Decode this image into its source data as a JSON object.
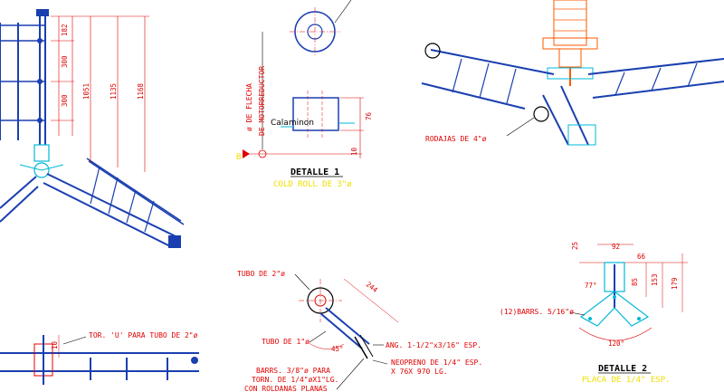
{
  "labels": {
    "flecha": "ø DE FLECHA",
    "motorreductor": "DE MOTORREDUCTOR",
    "calaminon": "Calaminon",
    "detalle1_title": "DETALLE 1",
    "detalle1_sub": "COLD ROLL DE 3\"ø",
    "rodajas": "RODAJAS DE 4\"ø",
    "tor_u": "TOR. 'U' PARA TUBO DE 2\"ø",
    "tubo2": "TUBO DE 2\"ø",
    "tubo1": "TUBO DE 1\"ø",
    "barrs_line1": "BARRS. 3/8\"ø PARA",
    "barrs_line2": "TORN. DE 1/4\"øX1\"LG.",
    "barrs_line3": "CON ROLDANAS PLANAS",
    "ang": "ANG. 1-1/2\"x3/16\" ESP.",
    "neopreno_line1": "NEOPRENO DE 1/4\" ESP.",
    "neopreno_line2": "X 76X 970 LG.",
    "barrs12": "(12)BARRS. 5/16\"ø",
    "detalle2_title": "DETALLE 2",
    "detalle2_sub": "PLACA DE 1/4\" ESP.",
    "marker_b": "B"
  },
  "dimensions": {
    "d182": "182",
    "d300a": "300",
    "d300b": "300",
    "d1051": "1051",
    "d1135": "1135",
    "d1168": "1168",
    "d76": "76",
    "d10a": "10",
    "d10b": "10",
    "d244": "244",
    "d45": "45°",
    "d92": "92",
    "d66": "66",
    "d25": "25",
    "d85": "85",
    "d153": "153",
    "d179": "179",
    "d77": "77°",
    "d120": "120°"
  },
  "colors": {
    "blue": "#1a3fb0",
    "cyan": "#00b8d8",
    "red": "#e00000",
    "orange": "#ff5a00",
    "yellow": "#f0e000"
  }
}
